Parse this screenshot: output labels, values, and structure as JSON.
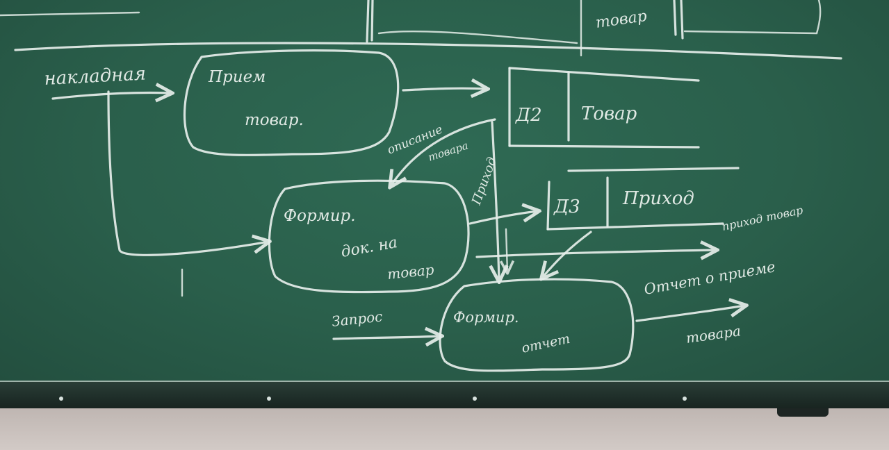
{
  "top_fragments": {
    "tovar": "товар"
  },
  "labels": {
    "nakladnaya": "накладная",
    "priem_1": "Прием",
    "priem_2": "товар.",
    "d2_id": "Д2",
    "d2_name": "Товар",
    "opisanie_1": "описание",
    "opisanie_2": "товара",
    "formir_doc_1": "Формир.",
    "formir_doc_2": "док. на",
    "formir_doc_3": "товар",
    "prihod_flow": "Приход",
    "d3_id": "Д3",
    "d3_name": "Приход",
    "prihod_tovar": "приход товар",
    "zapros": "Запрос",
    "formir_otch_1": "Формир.",
    "formir_otch_2": "отчет",
    "otchet_1": "Отчет о приеме",
    "otchet_2": "товара"
  },
  "colors": {
    "board": "#2a5f4b",
    "chalk": "#e6eeea",
    "tray": "#1e2d28",
    "wall": "#cfc6c2"
  }
}
